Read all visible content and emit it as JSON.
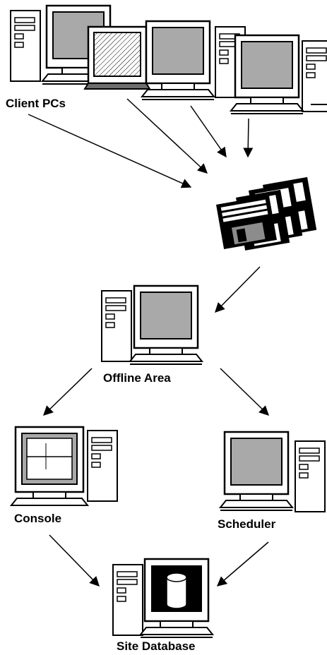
{
  "labels": {
    "client_pcs": "Client PCs",
    "offline_area": "Offline Area",
    "console": "Console",
    "scheduler": "Scheduler",
    "site_database": "Site Database"
  },
  "colors": {
    "screen": "#a9a9a9",
    "outline": "#000000",
    "background": "#ffffff",
    "diskette_label": "#8c8c8c"
  }
}
